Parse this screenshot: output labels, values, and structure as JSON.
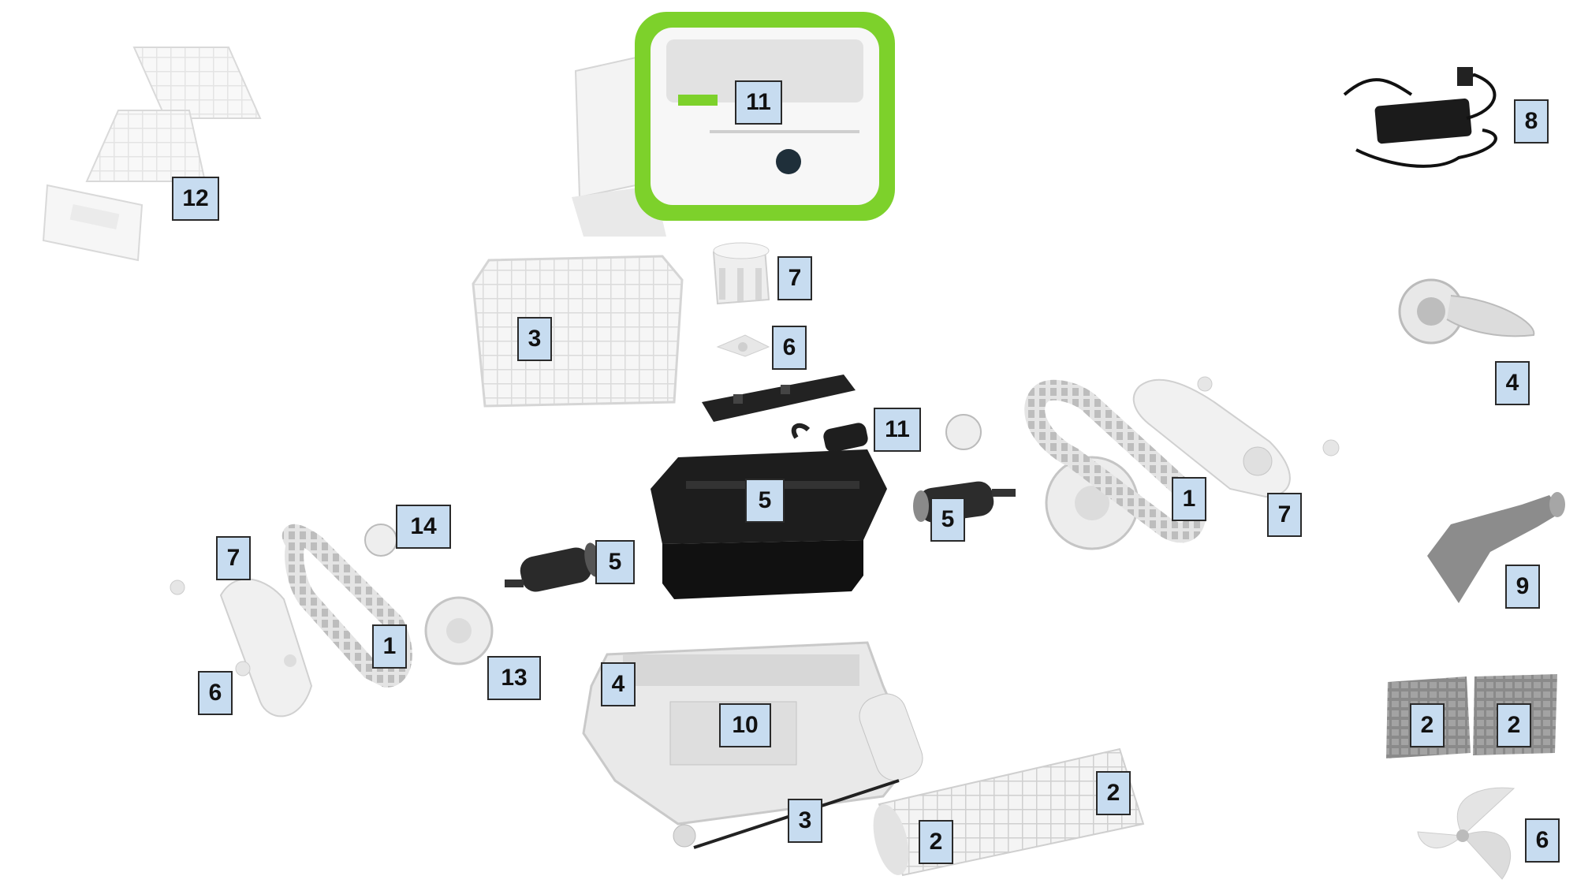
{
  "labels": {
    "top_station": "11",
    "filter_set": "12",
    "charger": "8",
    "basket": "3",
    "impeller_cup": "7",
    "impeller": "6",
    "swivel": "4",
    "cable": "11",
    "wheel_small": "14",
    "motor_box": "5",
    "left_side_cover": "7",
    "left_motor": "5",
    "right_motor": "5",
    "right_track": "1",
    "right_side_cover": "7",
    "handle": "9",
    "left_track": "1",
    "left_bushing": "6",
    "left_wheel": "13",
    "chassis": "4",
    "chassis_plate": "10",
    "brush_pad_1": "2",
    "brush_pad_2": "2",
    "brush_roller_1": "2",
    "brush_roller_2": "2",
    "axle": "3",
    "propeller": "6"
  },
  "colors": {
    "callout_fill": "#c7dcf0",
    "accent_green": "#7dd12b",
    "motor_black": "#1c1c1c",
    "part_grey": "#e6e6e6"
  }
}
